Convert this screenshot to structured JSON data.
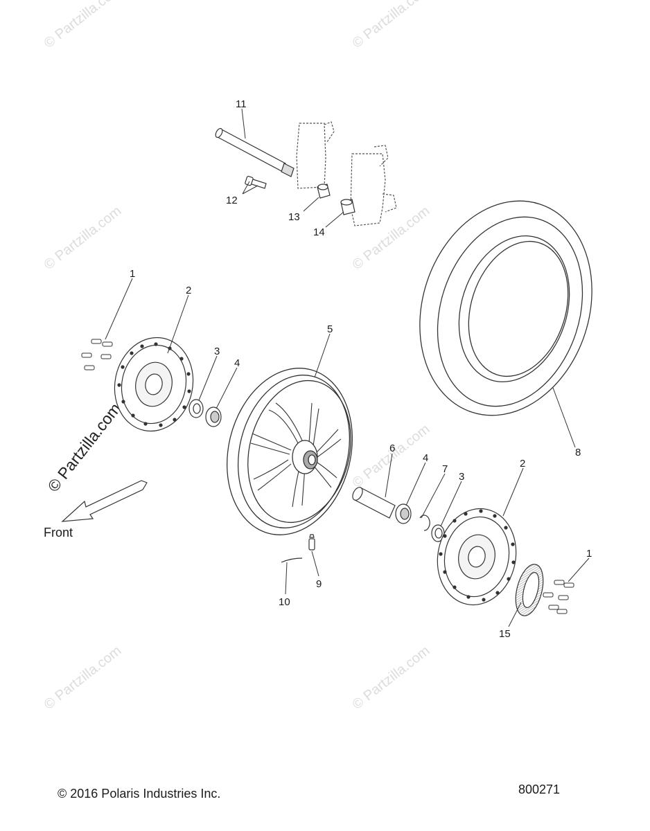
{
  "watermark": {
    "text": "© Partzilla.com"
  },
  "direction_label": "Front",
  "callouts": [
    "1",
    "2",
    "3",
    "4",
    "5",
    "4",
    "7",
    "3",
    "2",
    "1",
    "6",
    "8",
    "9",
    "10",
    "11",
    "12",
    "13",
    "14",
    "15"
  ],
  "footer": {
    "copyright": "© 2016 Polaris Industries Inc.",
    "drawing_number": "800271"
  }
}
